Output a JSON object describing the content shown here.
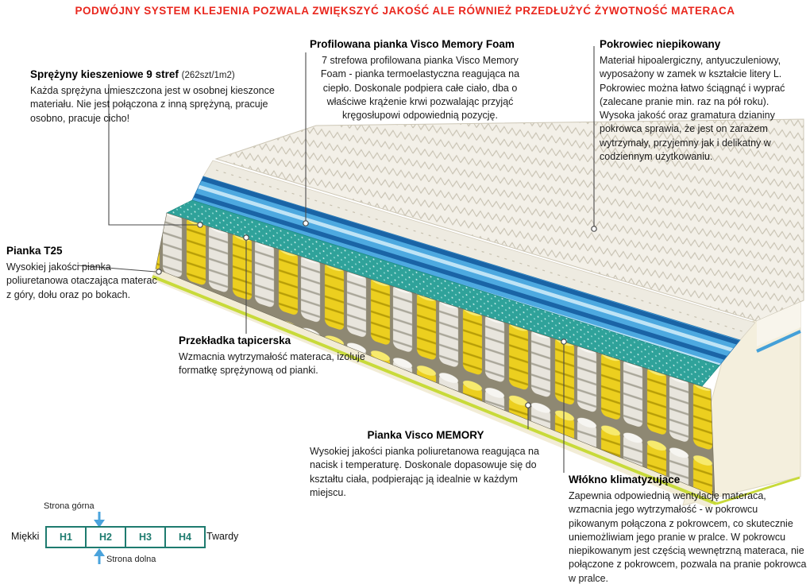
{
  "header": {
    "text": "PODWÓJNY SYSTEM KLEJENIA POZWALA ZWIĘKSZYĆ JAKOŚĆ ALE RÓWNIEŻ PRZEDŁUŻYĆ ŻYWOTNOŚĆ MATERACA"
  },
  "annotations": {
    "springs": {
      "title": "Sprężyny kieszeniowe 9 stref",
      "subtitle": "(262szt/1m2)",
      "body": "Każda sprężyna umieszczona jest w osobnej kieszonce materiału. Nie jest połączona z inną sprężyną, pracuje osobno, pracuje cicho!"
    },
    "pianka_t25": {
      "title": "Pianka T25",
      "body": "Wysokiej jakości pianka poliuretanowa otaczająca materac z góry, dołu oraz po bokach."
    },
    "przekladka": {
      "title": "Przekładka tapicerska",
      "body": "Wzmacnia wytrzymałość materaca, izoluje formatkę sprężynową od pianki."
    },
    "profilowana": {
      "title": "Profilowana pianka Visco Memory Foam",
      "body": "7 strefowa profilowana pianka Visco Memory Foam - pianka termoelastyczna reagująca na ciepło. Doskonale podpiera całe ciało, dba o właściwe krążenie krwi pozwalając przyjąć kręgosłupowi odpowiednią pozycję."
    },
    "pokrowiec": {
      "title": "Pokrowiec niepikowany",
      "body": "Materiał hipoalergiczny, antyuczuleniowy, wyposażony w zamek w kształcie litery L. Pokrowiec można łatwo ściągnąć i wyprać (zalecane pranie min. raz na pół roku). Wysoka jakość oraz gramatura dzianiny pokrowca sprawia, że jest on zarazem wytrzymały, przyjemny jak i delikatny w codziennym użytkowaniu."
    },
    "visco_memory": {
      "title": "Pianka Visco MEMORY",
      "body": "Wysokiej jakości pianka poliuretanowa reagująca na nacisk i temperaturę. Doskonale dopasowuje się do kształtu ciała, podpierając ją idealnie w każdym miejscu."
    },
    "wlokno": {
      "title": "Włókno klimatyzujące",
      "body": "Zapewnia odpowiednią wentylację materaca, wzmacnia jego wytrzymałość - w pokrowcu pikowanym połączona z pokrowcem, co skutecznie uniemożliwiam jego pranie w pralce. W pokrowcu niepikowanym jest częścią wewnętrzną materaca, nie połączone z pokrowcem, pozwala na pranie pokrowca w pralce."
    }
  },
  "hardness_scale": {
    "top_label": "Strona górna",
    "bottom_label": "Strona dolna",
    "soft_label": "Miękki",
    "hard_label": "Twardy",
    "levels": [
      "H1",
      "H2",
      "H3",
      "H4"
    ]
  },
  "colors": {
    "header_red": "#e9271e",
    "leader_line": "#4a4a4a",
    "scale_border_teal": "#1e7b6f",
    "arrow_blue": "#4aa3dc",
    "spring_yellow": "#eccf1f",
    "visco_blue": "#4da9e0",
    "mesh_teal": "#2fa29a",
    "base_green": "#c8da3a"
  }
}
